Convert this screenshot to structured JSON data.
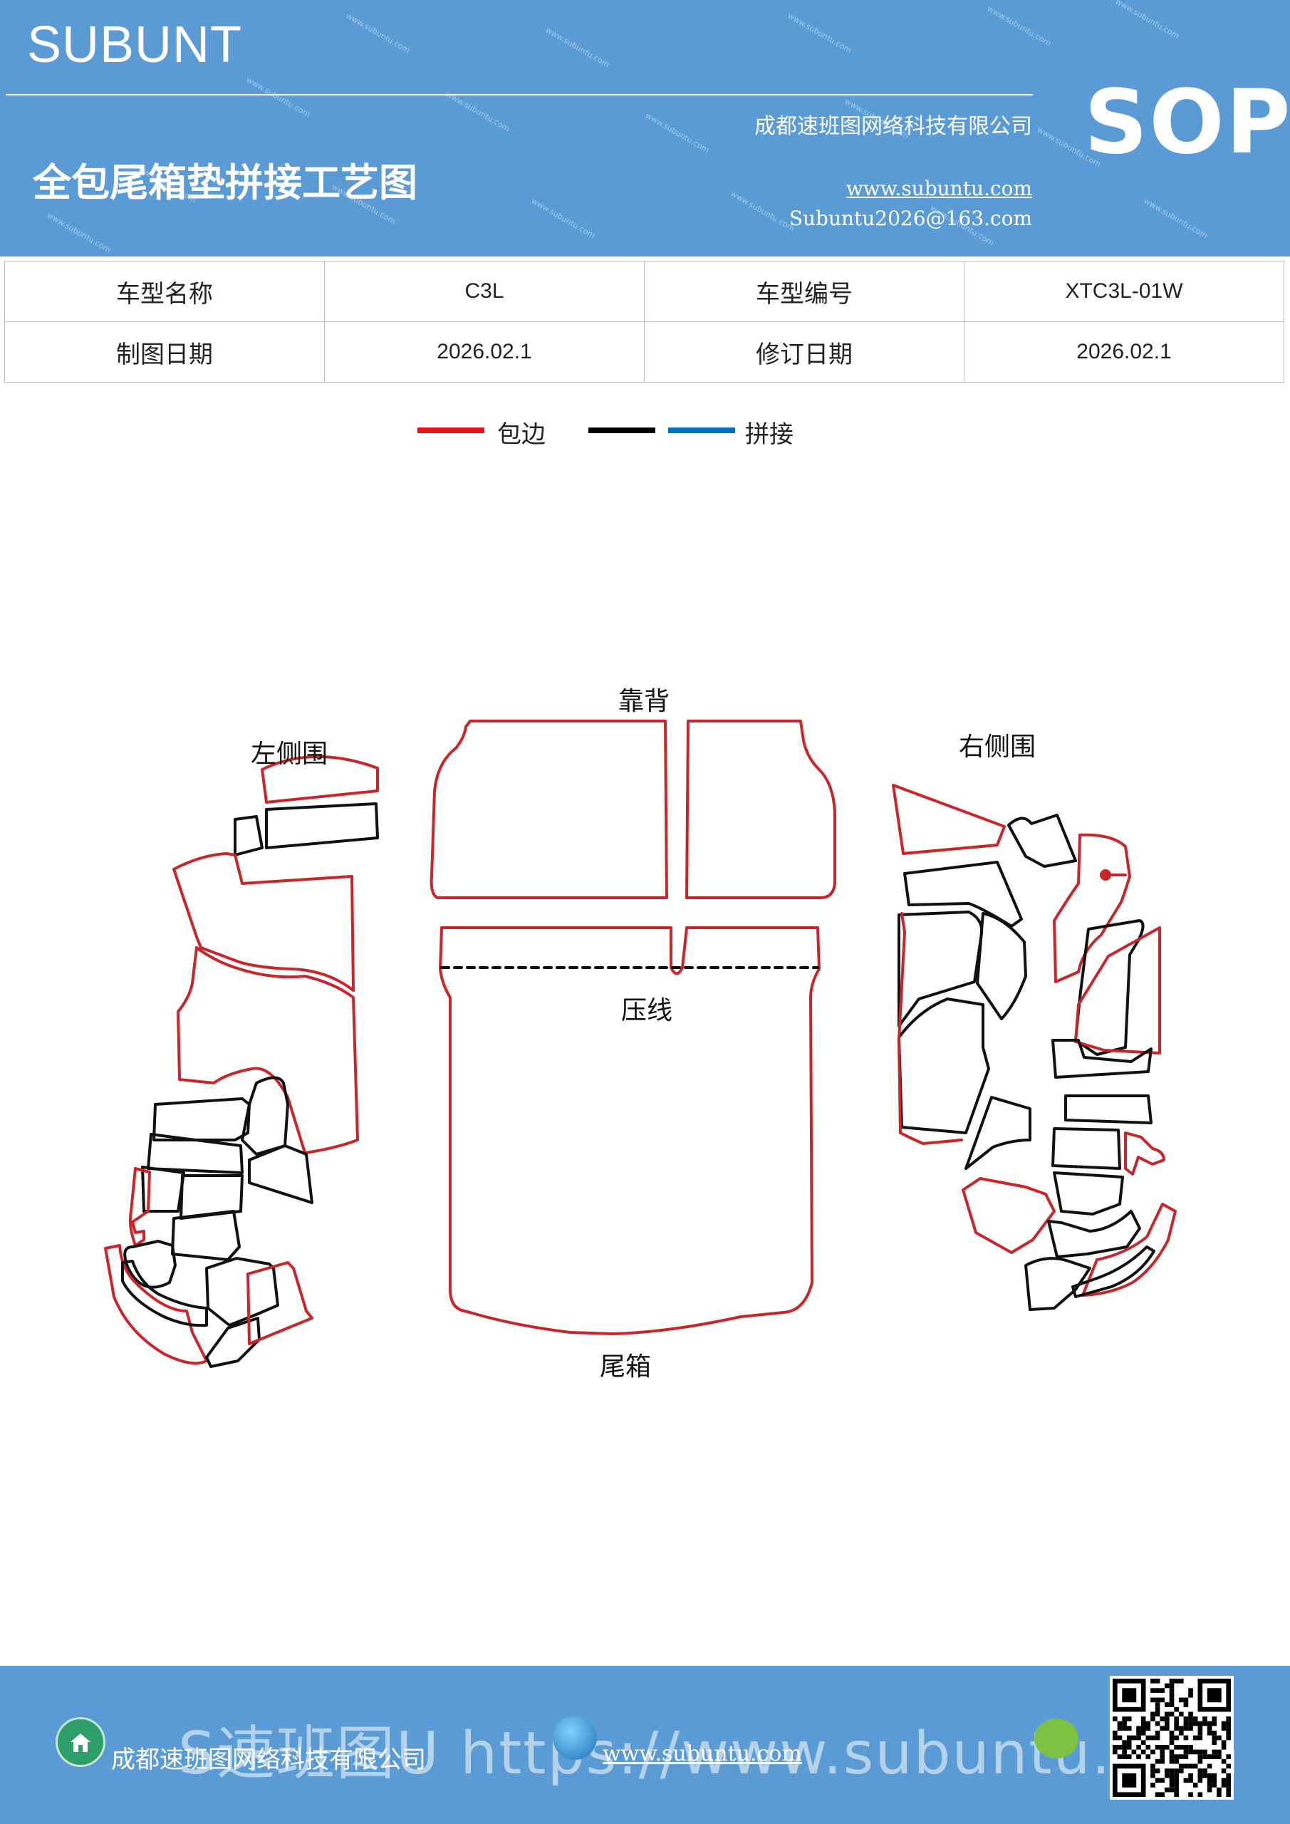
{
  "header": {
    "brand": "SUBUNT",
    "title": "全包尾箱垫拼接工艺图",
    "company": "成都速班图网络科技有限公司",
    "website": "www.subuntu.com",
    "email": "Subuntu2026@163.com",
    "badge": "SOP"
  },
  "info_table": {
    "rows": [
      [
        "车型名称",
        "C3L",
        "车型编号",
        "XTC3L-01W"
      ],
      [
        "制图日期",
        "2026.02.1",
        "修订日期",
        "2026.02.1"
      ]
    ]
  },
  "legend": {
    "items": [
      {
        "label": "包边",
        "color": "#e8141b"
      },
      {
        "label": "",
        "color": "#000000"
      },
      {
        "label": "拼接",
        "color": "#0070c0"
      }
    ]
  },
  "diagram": {
    "labels": {
      "backrest": "靠背",
      "left_side": "左侧围",
      "right_side": "右侧围",
      "press_line": "压线",
      "trunk": "尾箱"
    },
    "colors": {
      "edge": "#c8262b",
      "joint": "#111111"
    }
  },
  "footer": {
    "company": "成都速班图网络科技有限公司",
    "website": "www.subuntu.com",
    "watermark": "S速班图U https://www.subuntu.com"
  }
}
